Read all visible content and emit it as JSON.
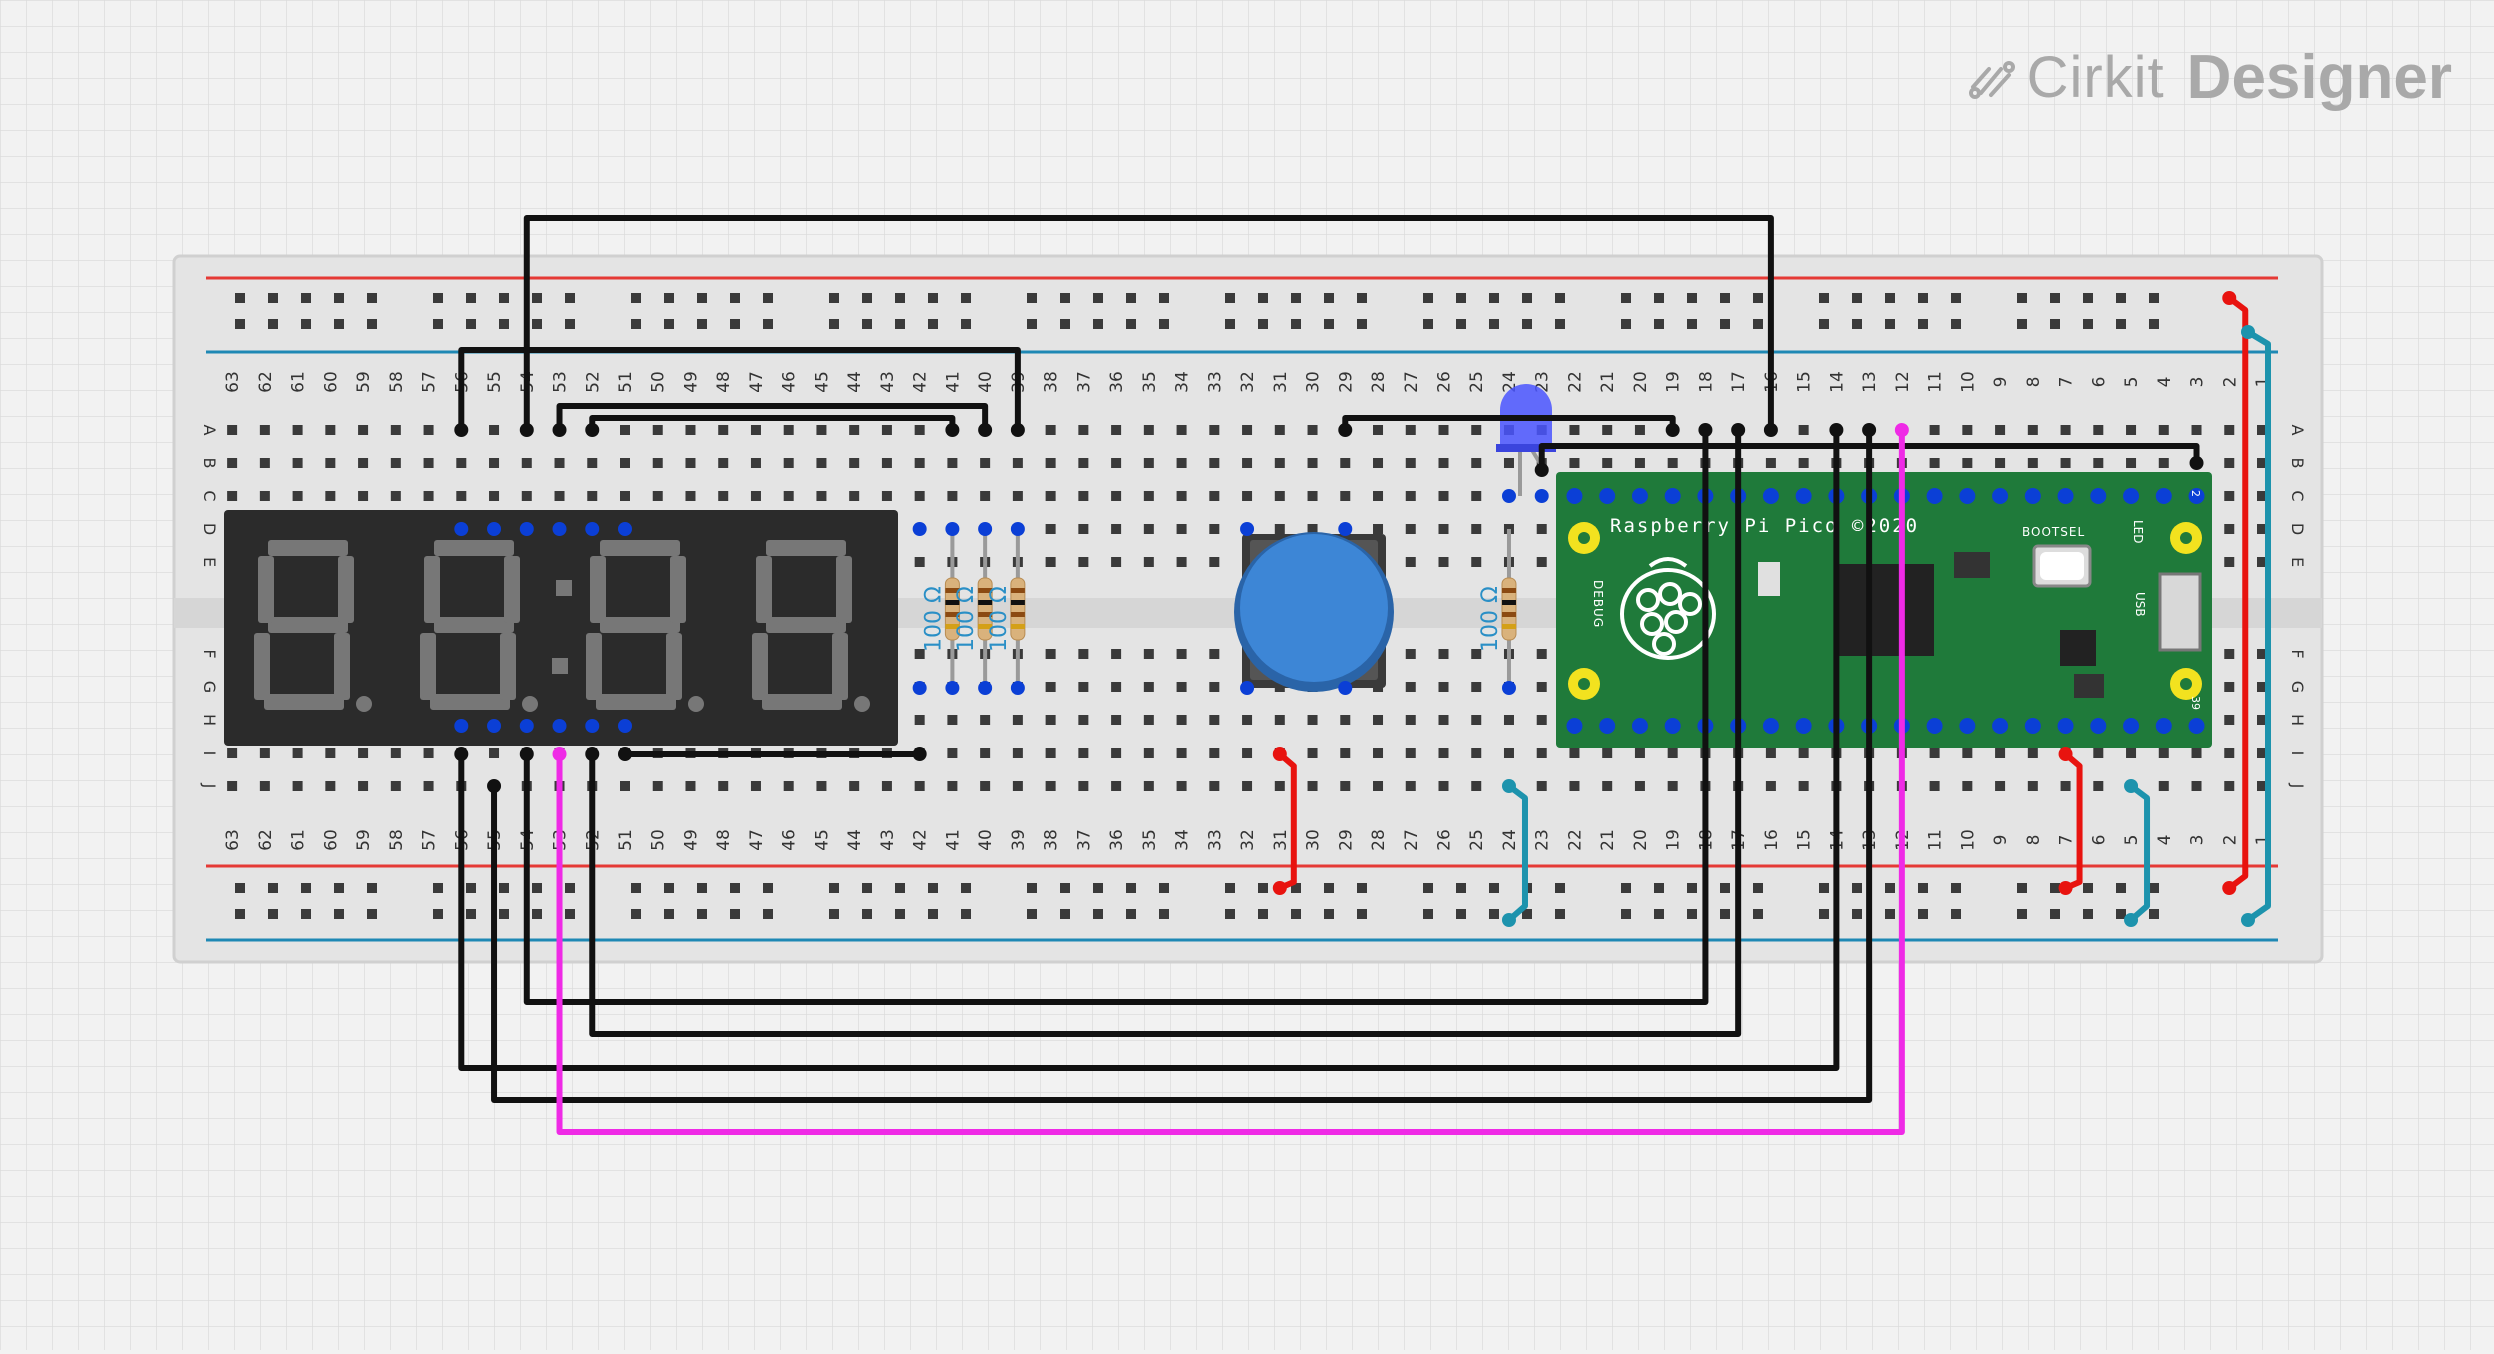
{
  "brand": {
    "name_light": "Cirkit",
    "name_bold": "Designer",
    "icon": "cirkit-logo-icon"
  },
  "breadboard": {
    "columns": 63,
    "row_labels_top": [
      "A",
      "B",
      "C",
      "D",
      "E"
    ],
    "row_labels_bottom": [
      "F",
      "G",
      "H",
      "I",
      "J"
    ],
    "rail_colors": {
      "positive": "#e53935",
      "negative": "#1e88b4"
    }
  },
  "seven_segment": {
    "digits": 4,
    "segment_color": "#777777",
    "body_color": "#2b2b2b"
  },
  "resistors": [
    {
      "label": "100 Ω",
      "column": 41
    },
    {
      "label": "100 Ω",
      "column": 40
    },
    {
      "label": "100 Ω",
      "column": 39
    },
    {
      "label": "100 Ω",
      "column": 24
    }
  ],
  "button": {
    "cap_color": "#3d86d6"
  },
  "led": {
    "color": "#4a55ff"
  },
  "pico": {
    "title": "Raspberry Pi Pico ©2020",
    "bootsel": "BOOTSEL",
    "debug": "DEBUG",
    "led_label": "LED",
    "usb_label": "USB",
    "pin_label_top": "2",
    "pin_label_bottom": "39",
    "board_color": "#1f7a3a"
  },
  "wire_colors": {
    "black": "#111111",
    "red": "#e8130f",
    "teal": "#1d93ad",
    "magenta": "#ef2ae6"
  }
}
